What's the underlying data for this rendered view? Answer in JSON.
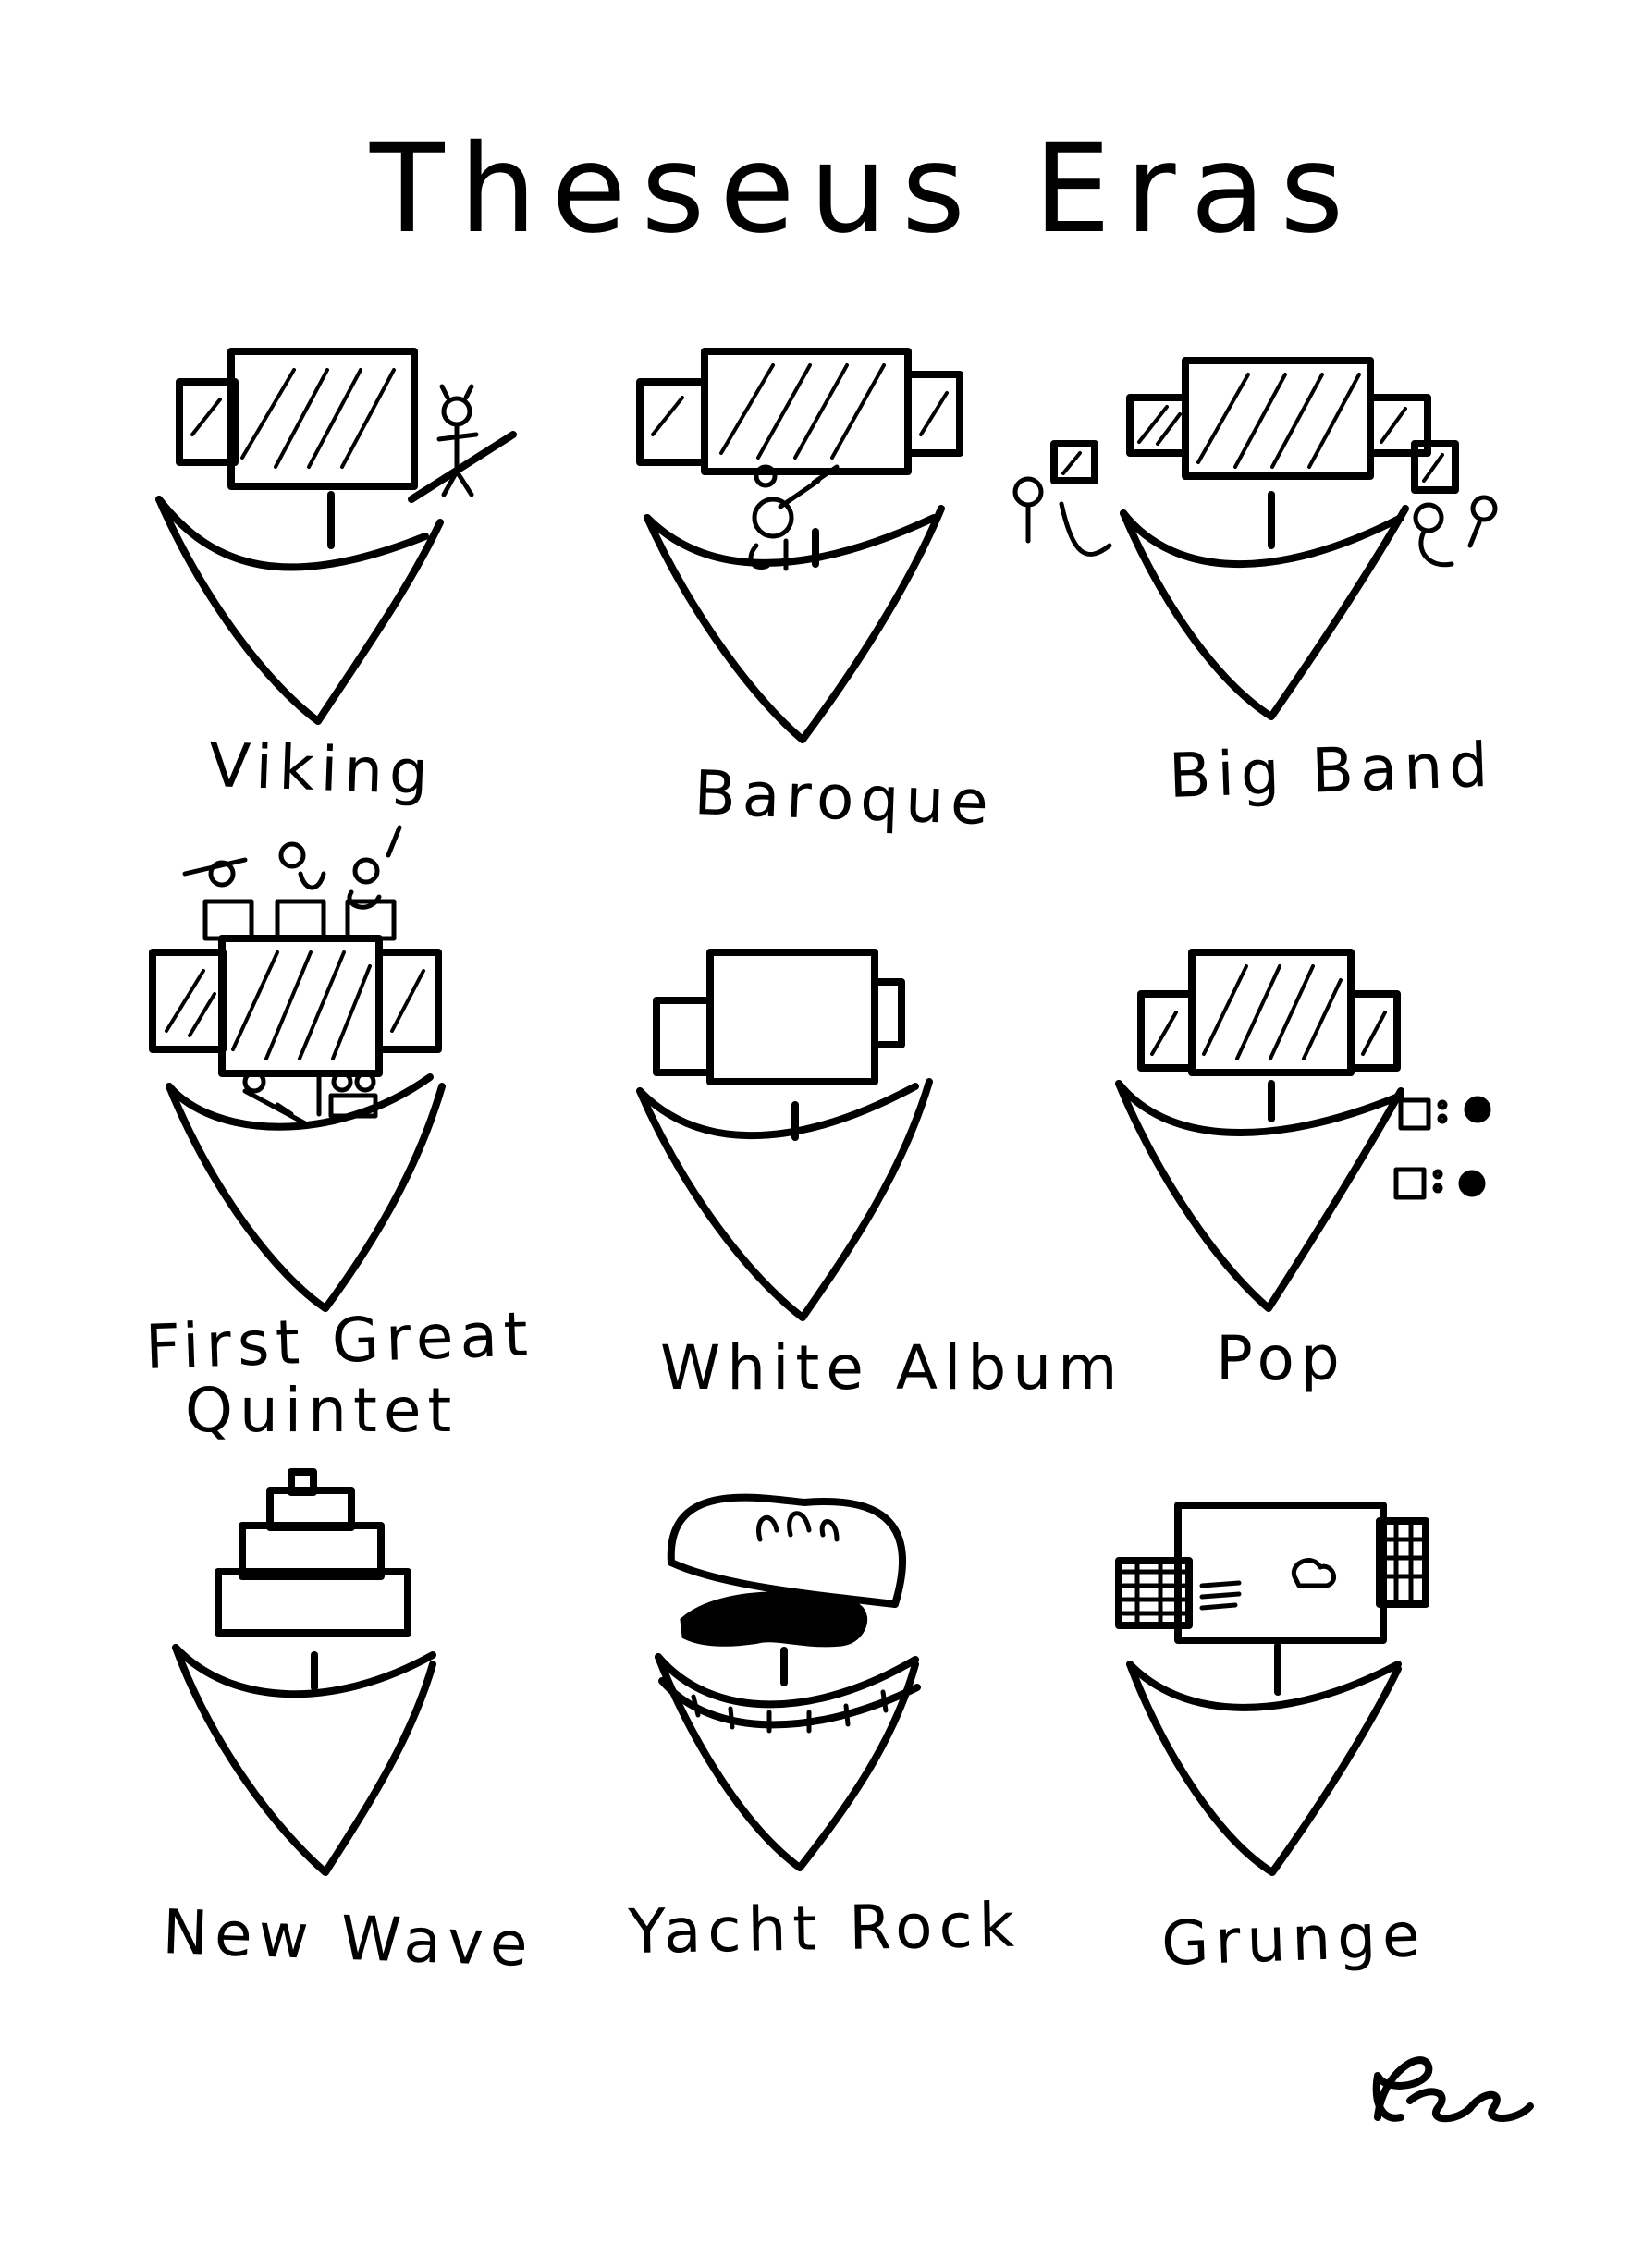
{
  "title": "Theseus Eras",
  "panels": [
    {
      "caption": "Viking"
    },
    {
      "caption": "Baroque"
    },
    {
      "caption": "Big Band"
    },
    {
      "caption_lines": [
        "First Great",
        "Quintet"
      ]
    },
    {
      "caption": "White Album"
    },
    {
      "caption": "Pop"
    },
    {
      "caption": "New Wave"
    },
    {
      "caption": "Yacht Rock"
    },
    {
      "caption": "Grunge"
    }
  ],
  "signature": "Lee"
}
